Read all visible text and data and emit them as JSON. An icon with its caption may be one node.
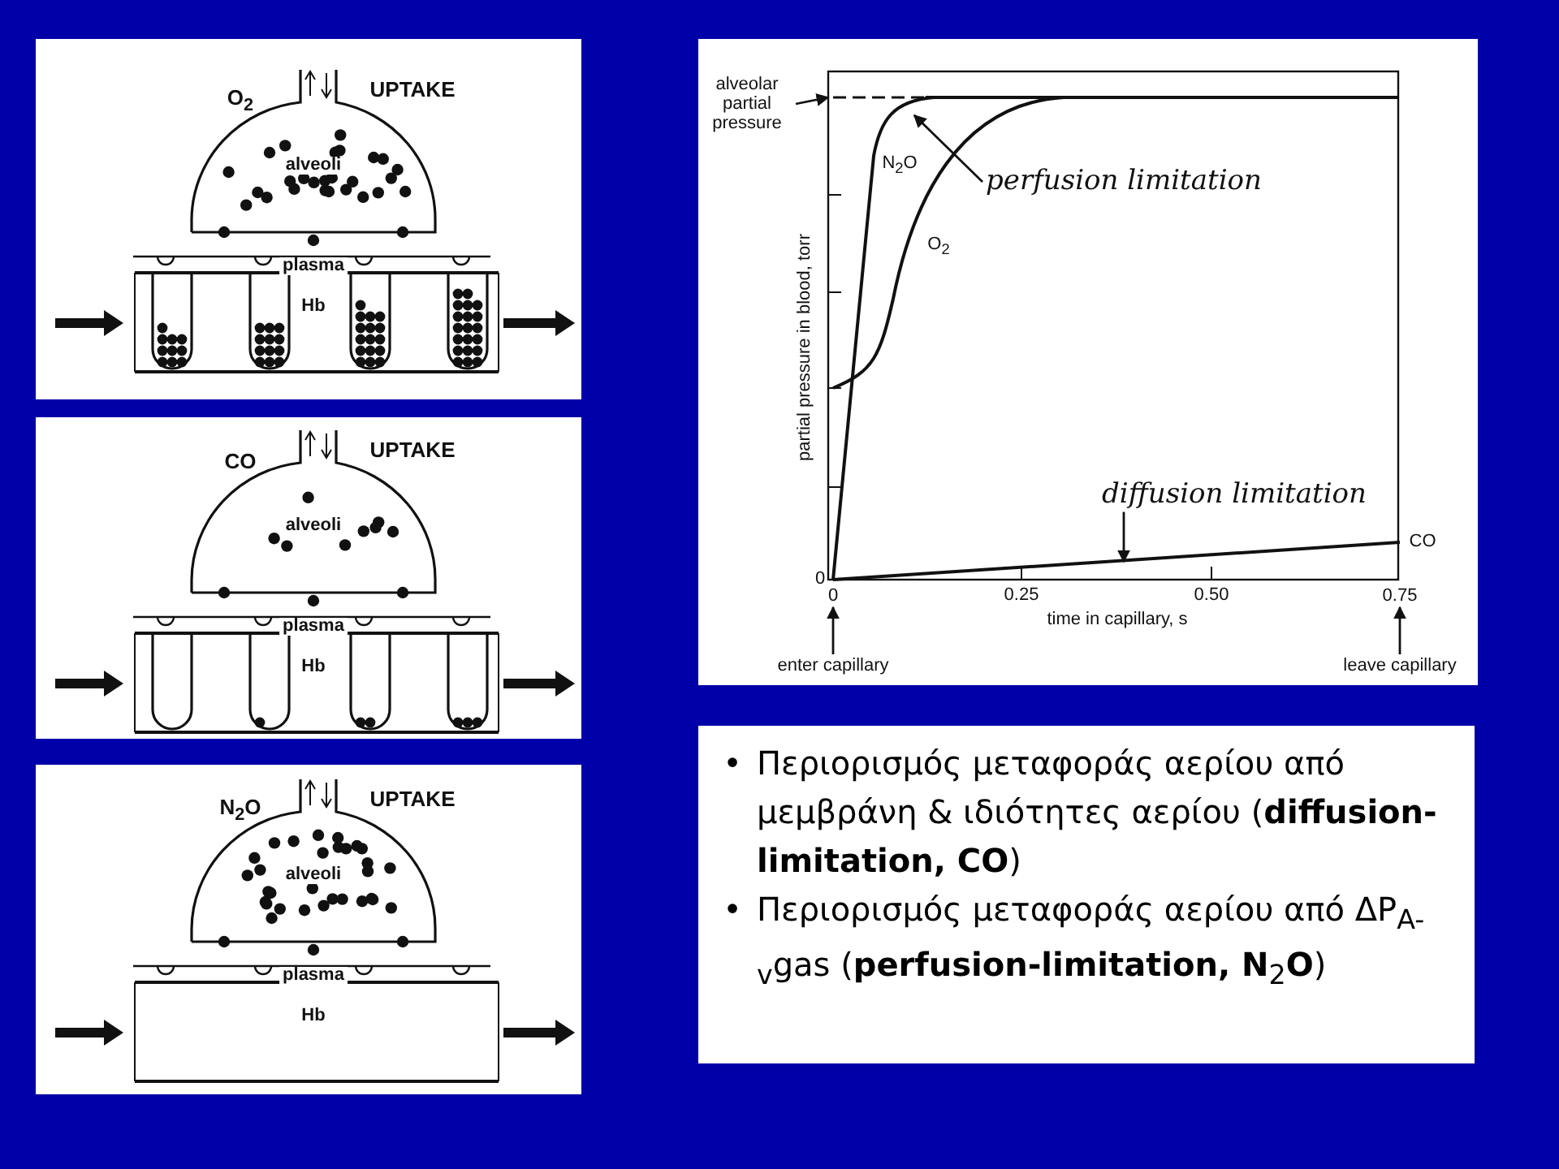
{
  "diagram": {
    "nodes": [
      {
        "text": [
          "perfusion limitation"
        ]
      },
      {
        "text": [
          "diffusion limitation"
        ]
      },
      {
        "text": [
          "alveolar partial pressure"
        ]
      },
      {
        "text": [
          "enter capillary"
        ]
      },
      {
        "text": [
          "leave capillary"
        ]
      },
      {
        "text": [
          "0"
        ]
      },
      {
        "text": [
          "0.75"
        ]
      }
    ],
    "edges": [
      {
        "from": 0,
        "to": null,
        "arrow": "to"
      },
      {
        "from": 1,
        "to": null,
        "arrow": "to"
      },
      {
        "from": 2,
        "to": null,
        "arrow": "to"
      },
      {
        "from": 3,
        "to": 5,
        "arrow": "to"
      },
      {
        "from": 4,
        "to": 6,
        "arrow": "to"
      }
    ],
    "labels": [
      "O$_{2}$",
      "UPTAKE",
      "alveoli",
      "plasma",
      "Hb",
      "CO",
      "UPTAKE",
      "alveoli",
      "plasma",
      "Hb",
      "N$_{2}$O",
      "UPTAKE",
      "alveoli",
      "plasma",
      "Hb",
      "N$_{2}$O",
      "O$_{2}$",
      "partial pressure in blood, torr",
      "CO",
      "0",
      "0.25",
      "0.50",
      "time in capillary, s",
      "•",
      "Περιορισμός μεταφοράς αερίου από μεμβράνη & ιδιότητες αερίου (**diffusion-limitation, CO**)",
      "•",
      "Περιορισμός μεταφοράς αερίου από ΔP$_{A-v}$gas (**perfusion-limitation, N**$_{2}$**O**)"
    ]
  }
}
